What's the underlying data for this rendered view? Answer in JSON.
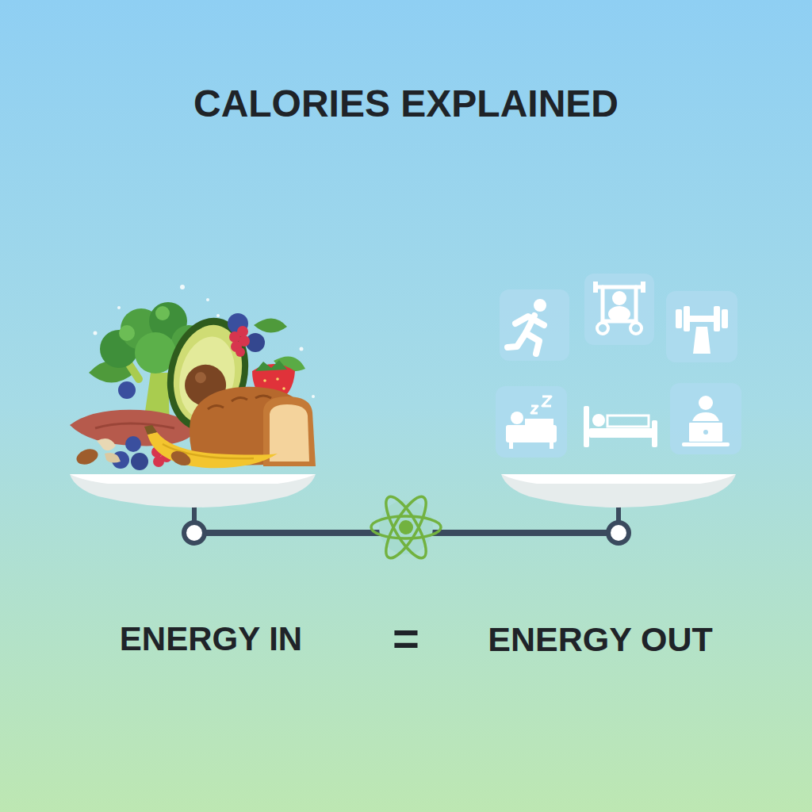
{
  "diagram": {
    "title": "CALORIES EXPLAINED",
    "labels": [
      "ENERGY IN",
      "=",
      "ENERGY OUT"
    ]
  }
}
